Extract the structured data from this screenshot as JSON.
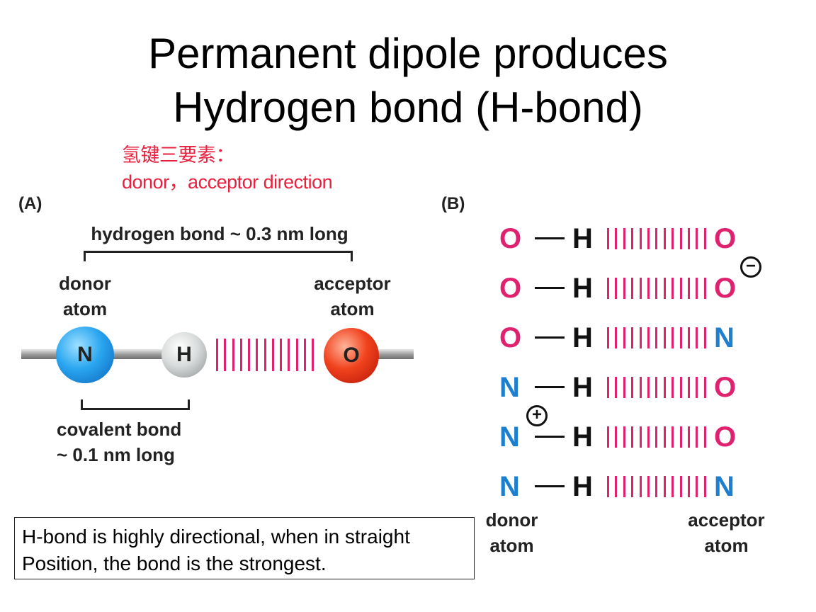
{
  "title": {
    "line1": "Permanent dipole produces",
    "line2": "Hydrogen bond (H-bond)"
  },
  "note_cn": {
    "line1": "氢键三要素：",
    "line2": "donor，acceptor direction"
  },
  "panel_a": {
    "label": "(A)",
    "hbond_length_label": "hydrogen bond ~ 0.3 nm long",
    "donor_label": "donor atom",
    "acceptor_label": "acceptor atom",
    "covalent_label_line1": "covalent bond",
    "covalent_label_line2": "~ 0.1 nm long",
    "atoms": [
      "N",
      "H",
      "O"
    ]
  },
  "panel_b": {
    "label": "(B)",
    "pairs": [
      {
        "donor": "O",
        "h": "H",
        "acceptor": "O",
        "acceptor_charge": "",
        "donor_charge": ""
      },
      {
        "donor": "O",
        "h": "H",
        "acceptor": "O",
        "acceptor_charge": "−",
        "donor_charge": ""
      },
      {
        "donor": "O",
        "h": "H",
        "acceptor": "N",
        "acceptor_charge": "",
        "donor_charge": ""
      },
      {
        "donor": "N",
        "h": "H",
        "acceptor": "O",
        "acceptor_charge": "",
        "donor_charge": ""
      },
      {
        "donor": "N",
        "h": "H",
        "acceptor": "O",
        "acceptor_charge": "",
        "donor_charge": "+"
      },
      {
        "donor": "N",
        "h": "H",
        "acceptor": "N",
        "acceptor_charge": "",
        "donor_charge": ""
      }
    ],
    "donor_label_line1": "donor",
    "donor_label_line2": "atom",
    "acceptor_label_line1": "acceptor",
    "acceptor_label_line2": "atom"
  },
  "note_box": {
    "line1": "H-bond is highly directional, when in straight",
    "line2": "Position, the bond is the strongest."
  },
  "colors": {
    "oxygen": "#e0216e",
    "nitrogen": "#1e7fcf",
    "hbond": "#e0216e",
    "note_text": "#e8213f"
  }
}
